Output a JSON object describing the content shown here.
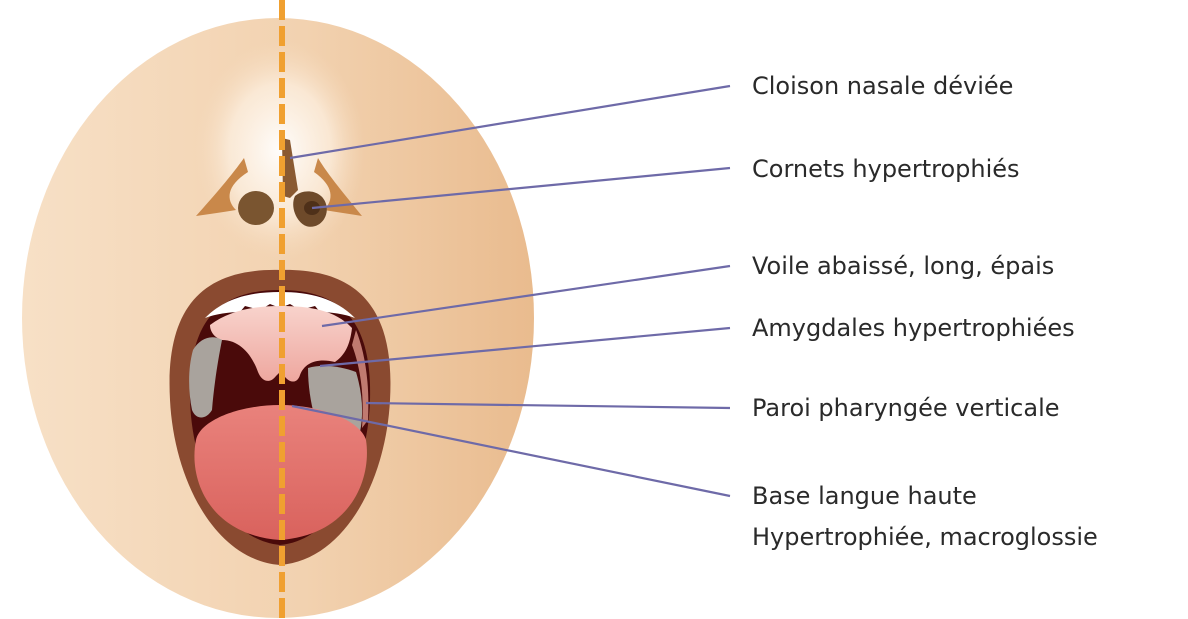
{
  "labels": {
    "septum": "Cloison nasale déviée",
    "turbinates": "Cornets hypertrophiés",
    "soft_palate": "Voile abaissé, long, épais",
    "tonsils": "Amygdales hypertrophiées",
    "pharyngeal_wall": "Paroi pharyngée verticale",
    "tongue_base_line1": "Base langue haute",
    "tongue_base_line2": "Hypertrophiée, macroglossie"
  },
  "colors": {
    "face_light": "#f6dcc0",
    "face_dark": "#ecc196",
    "midline": "#f0a030",
    "leader": "#6e6aa8",
    "lip": "#8a4a30",
    "throat": "#4a0a0a",
    "palate": "#f2b8b0",
    "tongue": "#df6f6a",
    "tonsil": "#a9a39d",
    "nostril": "#7a5530",
    "text": "#2a2a2a"
  }
}
